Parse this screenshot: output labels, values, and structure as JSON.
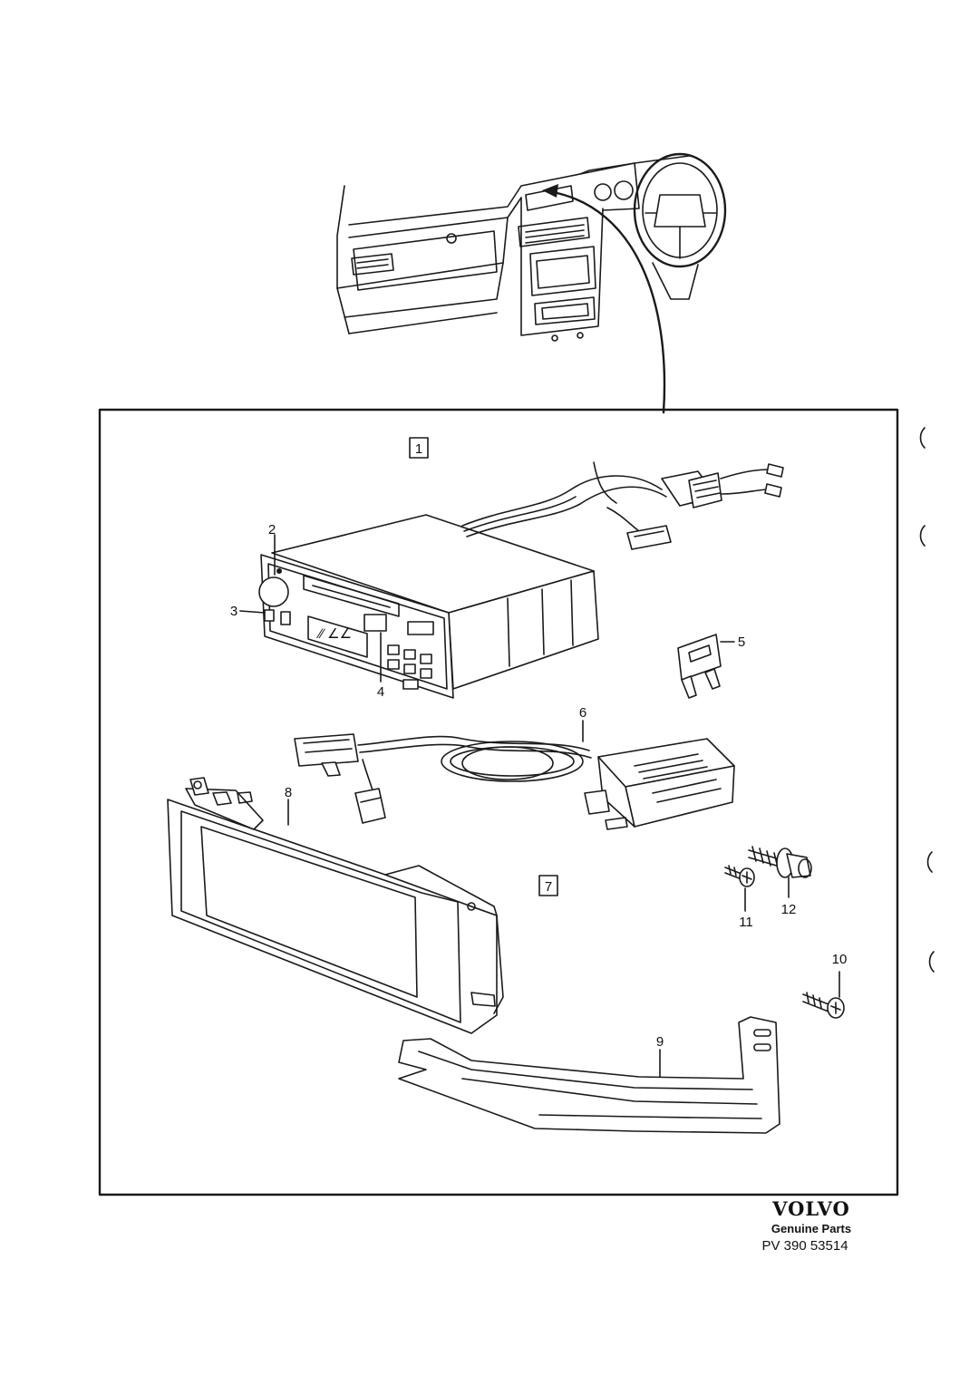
{
  "callouts": {
    "c1": "1",
    "c2": "2",
    "c3": "3",
    "c4": "4",
    "c5": "5",
    "c6": "6",
    "c7": "7",
    "c8": "8",
    "c9": "9",
    "c10": "10",
    "c11": "11",
    "c12": "12"
  },
  "footer": {
    "brand": "VOLVO",
    "subtitle": "Genuine Parts",
    "reference": "PV 390 53514"
  }
}
